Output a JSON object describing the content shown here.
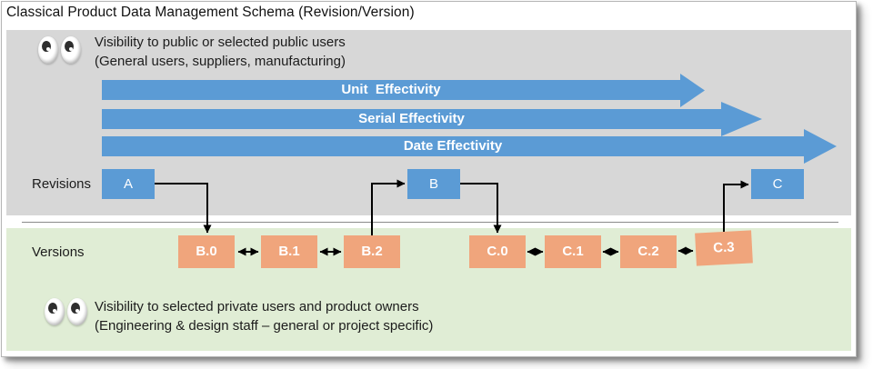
{
  "title": "Classical Product Data Management Schema (Revision/Version)",
  "colors": {
    "effectivity_arrow_blue": "#5B9BD5",
    "revision_box_blue": "#5B9BD5",
    "version_box_orange": "#F0A57C",
    "public_panel_gray": "#D7D7D7",
    "private_panel_green": "#E0EDD5"
  },
  "public_section": {
    "eyes_icon": "eyes-icon",
    "visibility_line1": "Visibility to public or selected public users",
    "visibility_line2": "(General users, suppliers, manufacturing)",
    "effectivity_arrows": [
      "Unit  Effectivity",
      "Serial Effectivity",
      "Date Effectivity"
    ],
    "revisions_label": "Revisions",
    "revision_nodes": [
      "A",
      "B",
      "C"
    ]
  },
  "private_section": {
    "eyes_icon": "eyes-icon",
    "versions_label": "Versions",
    "version_nodes": [
      "B.0",
      "B.1",
      "B.2",
      "C.0",
      "C.1",
      "C.2",
      "C.3"
    ],
    "visibility_line1": "Visibility to selected private users and product owners",
    "visibility_line2": "(Engineering & design staff – general or project specific)"
  }
}
